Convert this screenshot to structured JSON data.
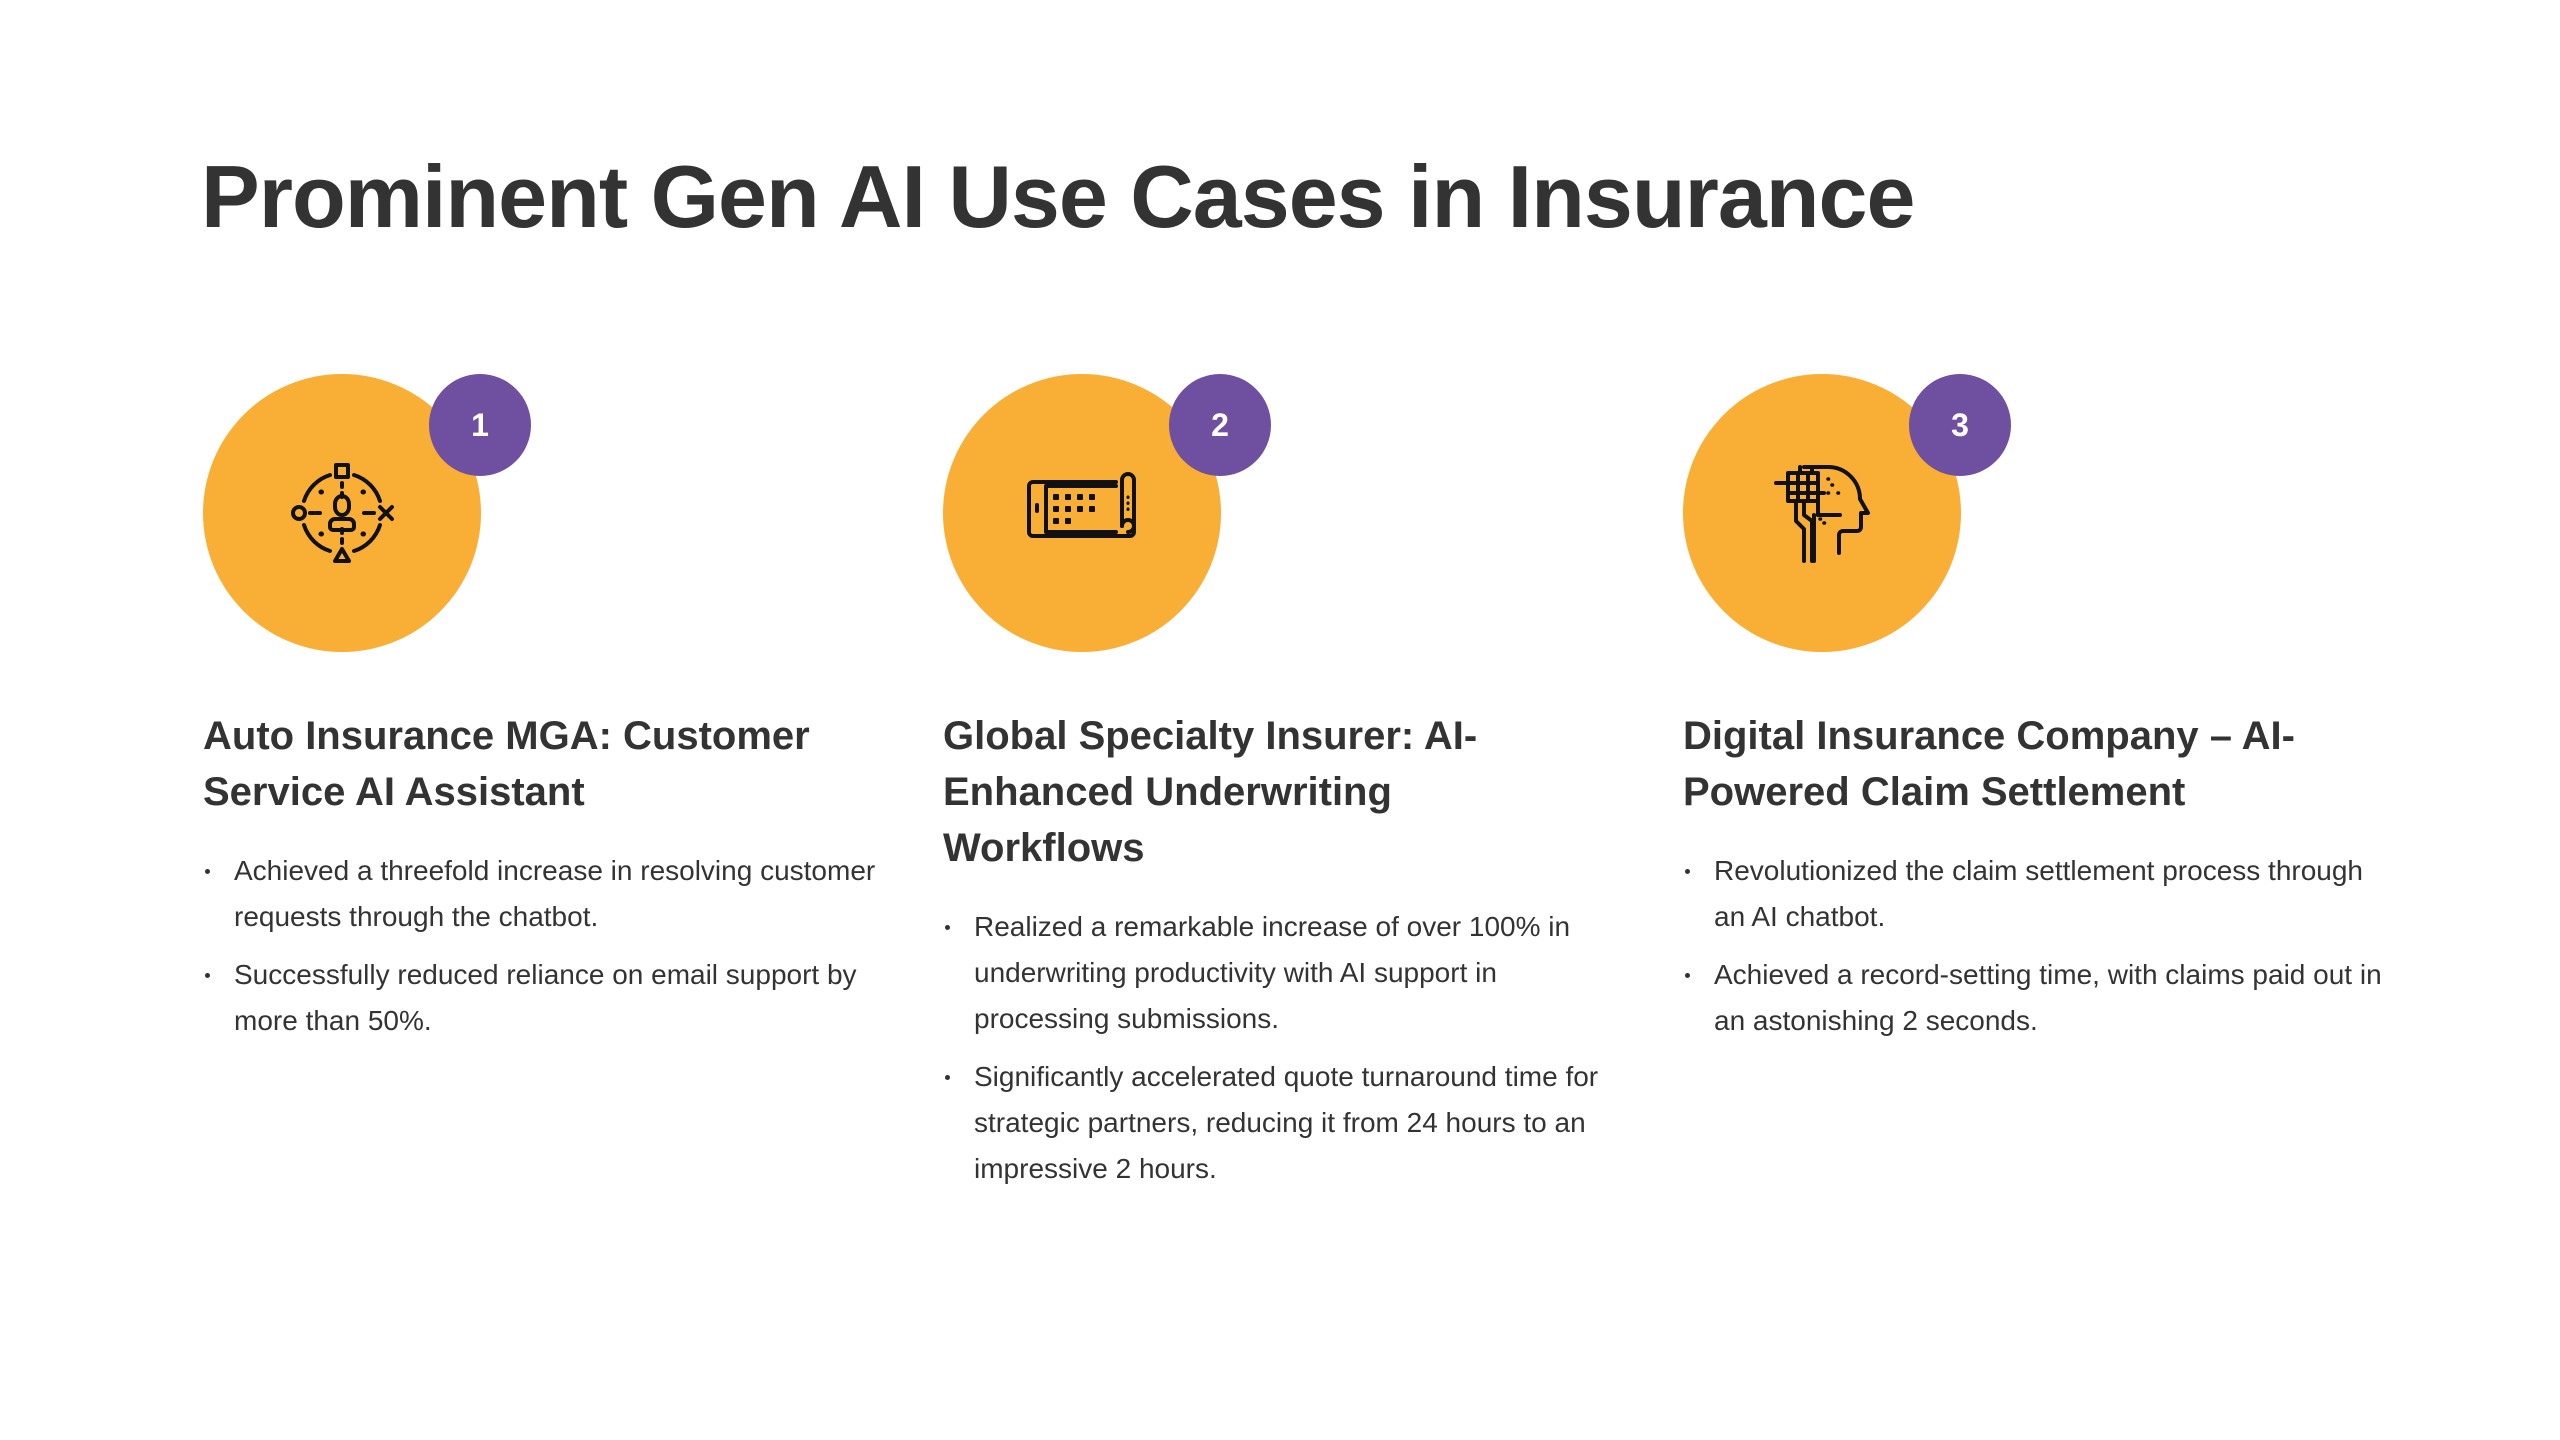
{
  "slide": {
    "title": "Prominent Gen AI Use Cases in Insurance",
    "colors": {
      "accent_orange": "#F9AE35",
      "badge_purple": "#6E4FA0",
      "text": "#333333"
    }
  },
  "use_cases": [
    {
      "number": "1",
      "icon": "customer-target-icon",
      "heading": "Auto Insurance MGA: Customer Service AI Assistant",
      "bullets": [
        "Achieved a threefold increase in resolving customer requests through the chatbot.",
        "Successfully reduced reliance on email support by more than 50%."
      ]
    },
    {
      "number": "2",
      "icon": "tablet-scroll-icon",
      "heading": "Global Specialty Insurer: AI-Enhanced Underwriting Workflows",
      "bullets": [
        "Realized a remarkable increase of over 100% in underwriting productivity with AI support in processing submissions.",
        "Significantly accelerated quote turnaround time for strategic partners, reducing it from 24 hours to an impressive 2 hours."
      ]
    },
    {
      "number": "3",
      "icon": "ai-head-icon",
      "heading": "Digital Insurance Company – AI-Powered Claim Settlement",
      "bullets": [
        "Revolutionized the claim settlement process through an AI chatbot.",
        "Achieved a record-setting time, with claims paid out in an astonishing 2 seconds."
      ]
    }
  ]
}
